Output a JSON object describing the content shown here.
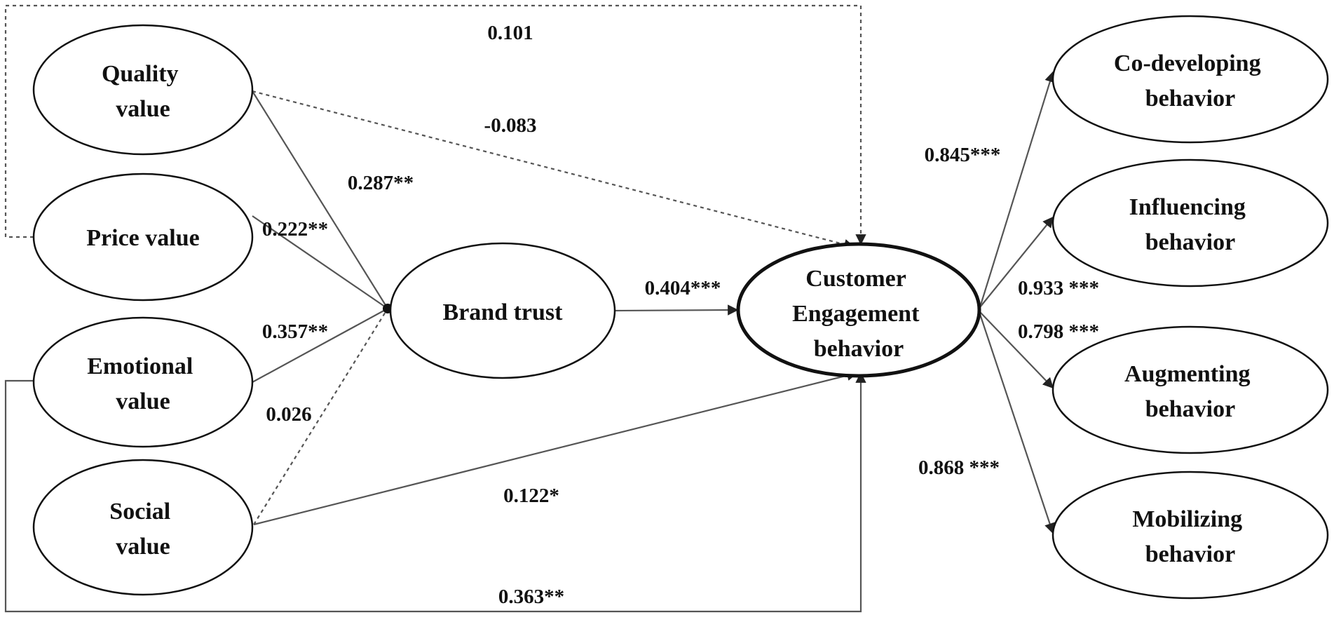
{
  "nodes": {
    "quality": [
      "Quality",
      "value"
    ],
    "price": [
      "Price value"
    ],
    "emotional": [
      "Emotional",
      "value"
    ],
    "social": [
      "Social",
      "value"
    ],
    "brand": [
      "Brand trust"
    ],
    "engagement": [
      "Customer",
      "Engagement",
      "behavior"
    ],
    "codeveloping": [
      "Co-developing",
      "behavior"
    ],
    "influencing": [
      "Influencing",
      "behavior"
    ],
    "augmenting": [
      "Augmenting",
      "behavior"
    ],
    "mobilizing": [
      "Mobilizing",
      "behavior"
    ]
  },
  "edges": {
    "quality_engagement_loop": "0.101",
    "quality_engagement": "-0.083",
    "quality_brand": "0.287**",
    "price_brand": "0.222**",
    "emotional_brand": "0.357**",
    "social_brand": "0.026",
    "brand_engagement": "0.404***",
    "social_engagement": "0.122*",
    "emotional_engagement_loop": "0.363**",
    "engagement_codeveloping": "0.845***",
    "engagement_influencing": "0.933 ***",
    "engagement_augmenting": "0.798 ***",
    "engagement_mobilizing": "0.868 ***"
  }
}
